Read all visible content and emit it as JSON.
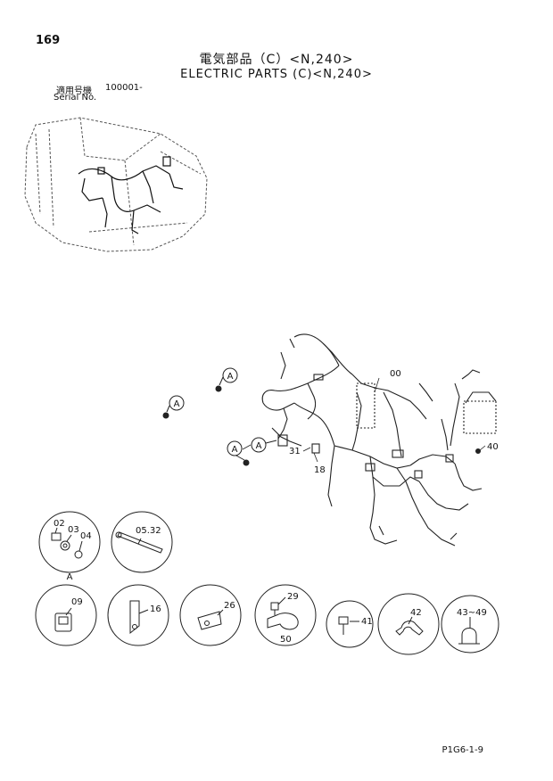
{
  "page": {
    "number": "169",
    "title_jp": "電気部品（C）<N,240>",
    "title_en": "ELECTRIC PARTS (C)<N,240>",
    "serial_label_jp": "適用号機",
    "serial_value": "100001-",
    "serial_label_en": "Serial No.",
    "footer_code": "P1G6-1-9"
  },
  "callouts": {
    "main_harness": "00",
    "a1": "A",
    "a2": "A",
    "a3": "A",
    "a4": "A",
    "p31": "31",
    "p18": "18",
    "p40": "40"
  },
  "detail_circles": {
    "c1": {
      "labels": [
        "02",
        "03",
        "04"
      ],
      "ref": "A"
    },
    "c2": {
      "labels": [
        "05.32"
      ]
    },
    "c3": {
      "labels": [
        "09"
      ]
    },
    "c4": {
      "labels": [
        "16"
      ]
    },
    "c5": {
      "labels": [
        "26"
      ]
    },
    "c6": {
      "labels": [
        "29",
        "50"
      ]
    },
    "c7": {
      "labels": [
        "41"
      ]
    },
    "c8": {
      "labels": [
        "42"
      ]
    },
    "c9": {
      "labels": [
        "43~49"
      ]
    }
  }
}
